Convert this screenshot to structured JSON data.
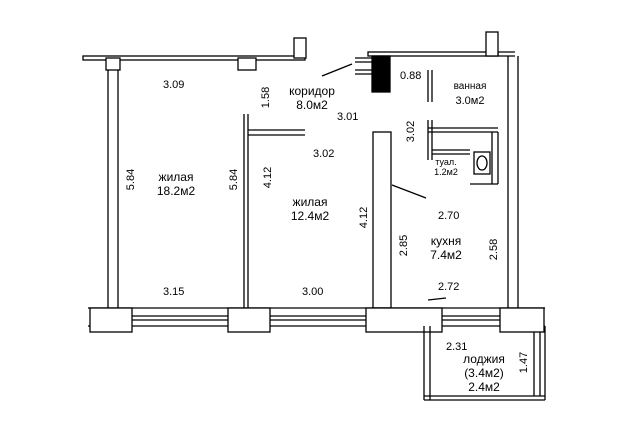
{
  "rooms": {
    "living1": {
      "name": "жилая",
      "area": "18.2м2"
    },
    "living2": {
      "name": "жилая",
      "area": "12.4м2"
    },
    "corridor": {
      "name": "коридор",
      "area": "8.0м2"
    },
    "bathroom": {
      "name": "ванная",
      "area": "3.0м2"
    },
    "toilet": {
      "name": "туал.",
      "area": "1.2м2"
    },
    "kitchen": {
      "name": "кухня",
      "area": "7.4м2"
    },
    "loggia": {
      "name": "лоджия",
      "area_total": "(3.4м2)",
      "area": "2.4м2"
    }
  },
  "dimensions": {
    "d309": "3.09",
    "d158": "1.58",
    "d301": "3.01",
    "d088": "0.88",
    "d302a": "3.02",
    "d302b": "3.02",
    "d584a": "5.84",
    "d584b": "5.84",
    "d412a": "4.12",
    "d412b": "4.12",
    "d270": "2.70",
    "d285": "2.85",
    "d258": "2.58",
    "d272": "2.72",
    "d315": "3.15",
    "d300": "3.00",
    "d231": "2.31",
    "d147": "1.47"
  }
}
